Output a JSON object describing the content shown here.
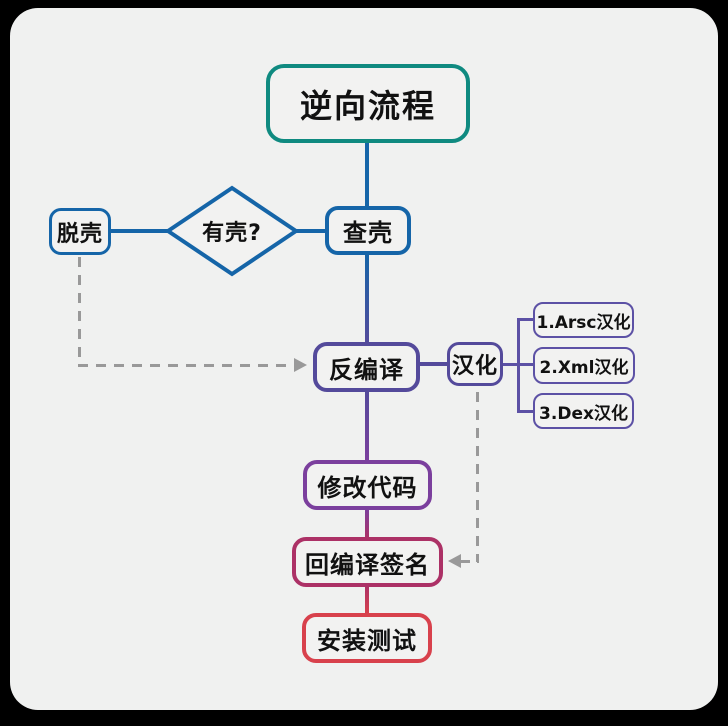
{
  "diagram": {
    "title": "逆向流程",
    "nodes": {
      "check_shell": "查壳",
      "has_shell": "有壳?",
      "unpack": "脱壳",
      "decompile": "反编译",
      "localize": "汉化",
      "localize_items": [
        "1.Arsc汉化",
        "2.Xml汉化",
        "3.Dex汉化"
      ],
      "modify_code": "修改代码",
      "recompile_sign": "回编译签名",
      "install_test": "安装测试"
    },
    "edges": [
      {
        "from": "逆向流程",
        "to": "查壳",
        "style": "solid",
        "color": "#1565a8"
      },
      {
        "from": "查壳",
        "to": "有壳?",
        "style": "solid",
        "color": "#1565a8"
      },
      {
        "from": "有壳?",
        "to": "脱壳",
        "style": "solid",
        "color": "#1565a8"
      },
      {
        "from": "查壳",
        "to": "反编译",
        "style": "solid",
        "color": "#1565a8-#544a9b"
      },
      {
        "from": "反编译",
        "to": "汉化",
        "style": "solid",
        "color": "#544a9b"
      },
      {
        "from": "汉化",
        "to": "1.Arsc汉化 / 2.Xml汉化 / 3.Dex汉化",
        "style": "bracket",
        "color": "#5c51a5"
      },
      {
        "from": "反编译",
        "to": "修改代码",
        "style": "solid",
        "color": "#544a9b-#7b3f9d"
      },
      {
        "from": "修改代码",
        "to": "回编译签名",
        "style": "solid",
        "color": "#7b3f9d-#ac3166"
      },
      {
        "from": "回编译签名",
        "to": "安装测试",
        "style": "solid",
        "color": "#ac3166-#d8414c"
      },
      {
        "from": "脱壳",
        "to": "反编译",
        "style": "dashed-arrow",
        "color": "#999999"
      },
      {
        "from": "汉化",
        "to": "回编译签名",
        "style": "dashed-arrow",
        "color": "#999999"
      }
    ]
  },
  "colors": {
    "frame": "#000000",
    "panel": "#f0f1f0",
    "text": "#111111",
    "teal": "#0f8a80",
    "blue": "#1565a8",
    "indigo": "#544a9b",
    "purple_small": "#5c51a5",
    "violet": "#7b3f9d",
    "crimson": "#ac3166",
    "red": "#d8414c",
    "gray": "#999999"
  }
}
